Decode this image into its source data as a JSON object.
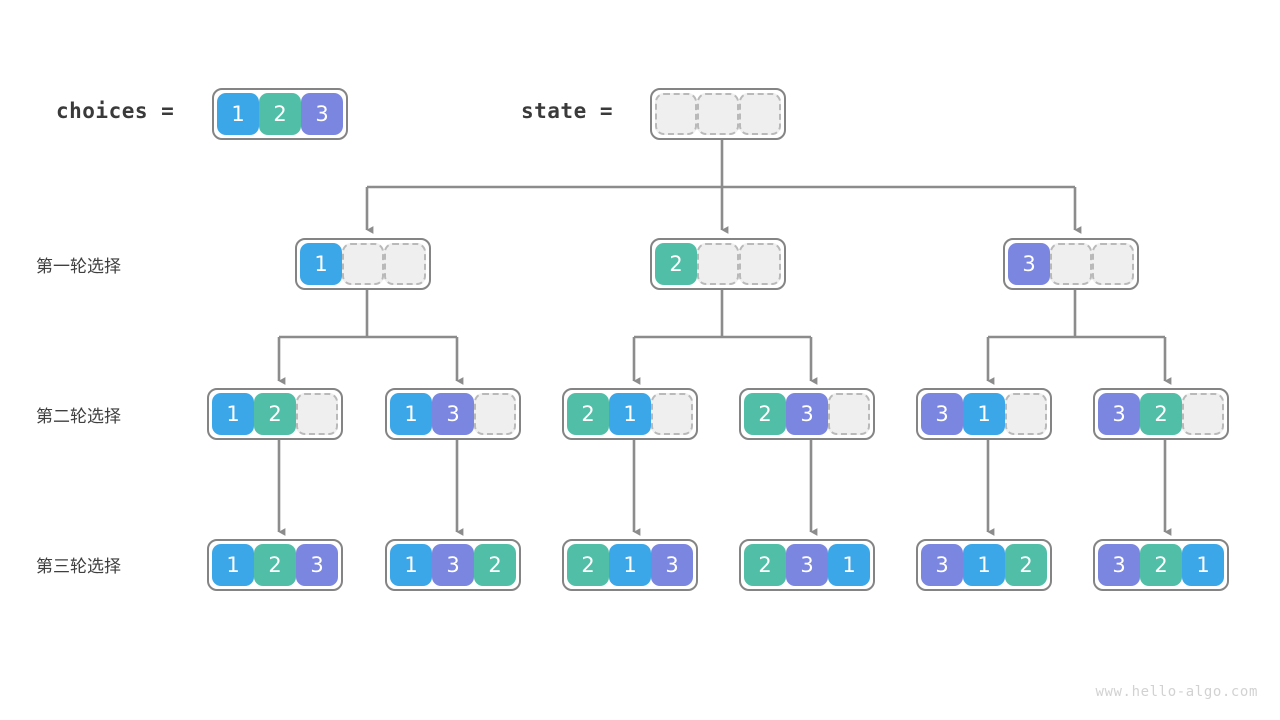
{
  "header": {
    "choices_label": "choices  =",
    "state_label": "state  =",
    "choices_values": [
      "1",
      "2",
      "3"
    ],
    "state_values": [
      "",
      "",
      ""
    ]
  },
  "rows": [
    {
      "label": "第一轮选择"
    },
    {
      "label": "第二轮选择"
    },
    {
      "label": "第三轮选择"
    }
  ],
  "tree": {
    "level1": [
      {
        "cells": [
          "1",
          "",
          ""
        ]
      },
      {
        "cells": [
          "2",
          "",
          ""
        ]
      },
      {
        "cells": [
          "3",
          "",
          ""
        ]
      }
    ],
    "level2": [
      {
        "cells": [
          "1",
          "2",
          ""
        ]
      },
      {
        "cells": [
          "1",
          "3",
          ""
        ]
      },
      {
        "cells": [
          "2",
          "1",
          ""
        ]
      },
      {
        "cells": [
          "2",
          "3",
          ""
        ]
      },
      {
        "cells": [
          "3",
          "1",
          ""
        ]
      },
      {
        "cells": [
          "3",
          "2",
          ""
        ]
      }
    ],
    "level3": [
      {
        "cells": [
          "1",
          "2",
          "3"
        ]
      },
      {
        "cells": [
          "1",
          "3",
          "2"
        ]
      },
      {
        "cells": [
          "2",
          "1",
          "3"
        ]
      },
      {
        "cells": [
          "2",
          "3",
          "1"
        ]
      },
      {
        "cells": [
          "3",
          "1",
          "2"
        ]
      },
      {
        "cells": [
          "3",
          "2",
          "1"
        ]
      }
    ]
  },
  "colors": {
    "value_1": "#3BA7E8",
    "value_2": "#51BFA7",
    "value_3": "#7B86E0",
    "empty_fill": "#efefef",
    "empty_border": "#b9b9b9",
    "node_border": "#848484",
    "edge": "#8c8c8c",
    "text": "#3a3a3a",
    "watermark": "#d2d2d2",
    "background": "#ffffff"
  },
  "watermark": "www.hello-algo.com"
}
